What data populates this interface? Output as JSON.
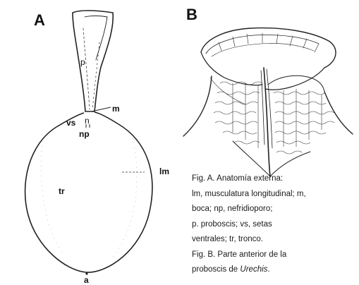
{
  "panels": {
    "a": {
      "letter": "A"
    },
    "b": {
      "letter": "B"
    }
  },
  "labels": {
    "p": "p",
    "m": "m",
    "vs": "vs",
    "n": "n",
    "np": "np",
    "lm": "lm",
    "tr": "tr",
    "a": "a"
  },
  "caption": {
    "line1": "Fig. A. Anatomía externa:",
    "line2": "lm, musculatura longitudinal; m,",
    "line3": "boca; np, nefridioporo;",
    "line4": "p. proboscis; vs, setas",
    "line5": "ventrales; tr, tronco.",
    "line6": "Fig. B. Parte anterior de la",
    "line7_text": "proboscis de",
    "line7_genus": "Urechis"
  }
}
